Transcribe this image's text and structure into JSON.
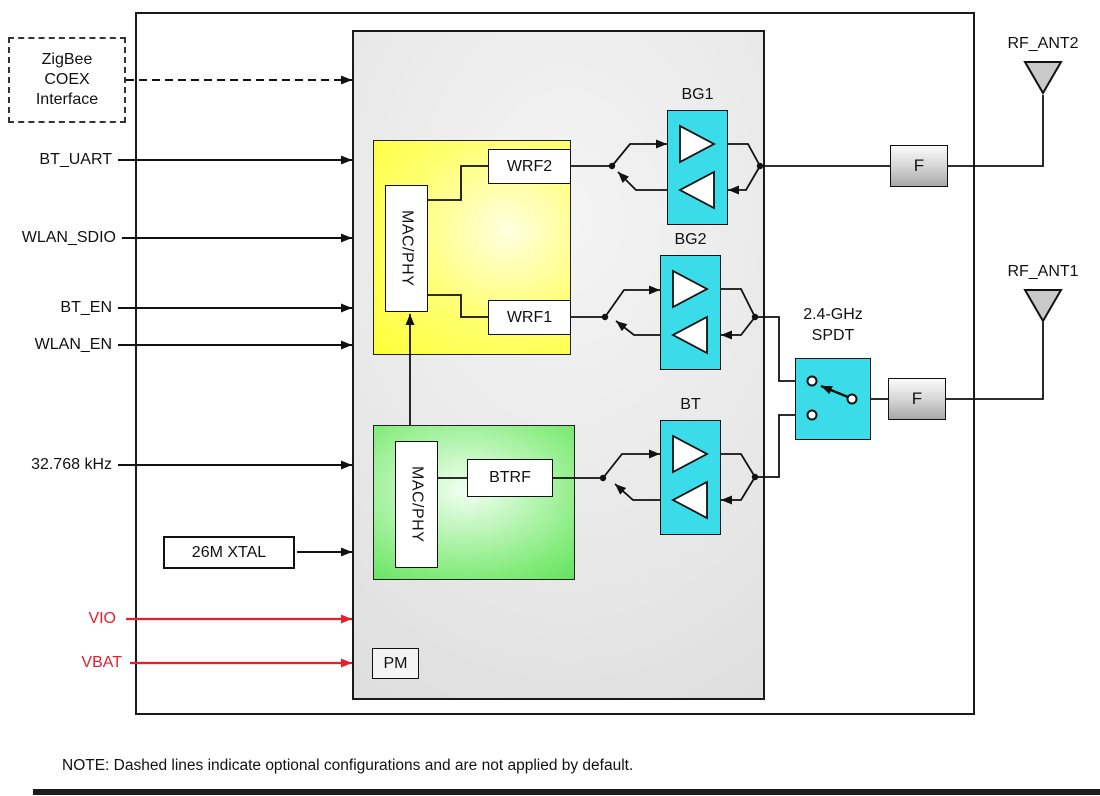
{
  "inputs": {
    "zigbee_lines": [
      "ZigBee",
      "COEX",
      "Interface"
    ],
    "bt_uart": "BT_UART",
    "wlan_sdio": "WLAN_SDIO",
    "bt_en": "BT_EN",
    "wlan_en": "WLAN_EN",
    "sleep_clock": "32.768 kHz",
    "xtal": "26M XTAL",
    "vio": "VIO",
    "vbat": "VBAT"
  },
  "core": {
    "wlan_macphy": "MAC/PHY",
    "wrf2": "WRF2",
    "wrf1": "WRF1",
    "bt_macphy": "MAC/PHY",
    "btrf": "BTRF",
    "pm": "PM"
  },
  "rf": {
    "bg1": "BG1",
    "bg2": "BG2",
    "bt": "BT",
    "spdt_line1": "2.4-GHz",
    "spdt_line2": "SPDT",
    "filter_top": "F",
    "filter_bottom": "F",
    "rf_ant2": "RF_ANT2",
    "rf_ant1": "RF_ANT1"
  },
  "note": "NOTE: Dashed lines indicate optional configurations and are not applied by default.",
  "colors": {
    "cyan": "#3ADCE9",
    "yellow": "#FFFF33",
    "green": "#3ED63E",
    "power_red": "#E5202A",
    "line_black": "#111111"
  }
}
